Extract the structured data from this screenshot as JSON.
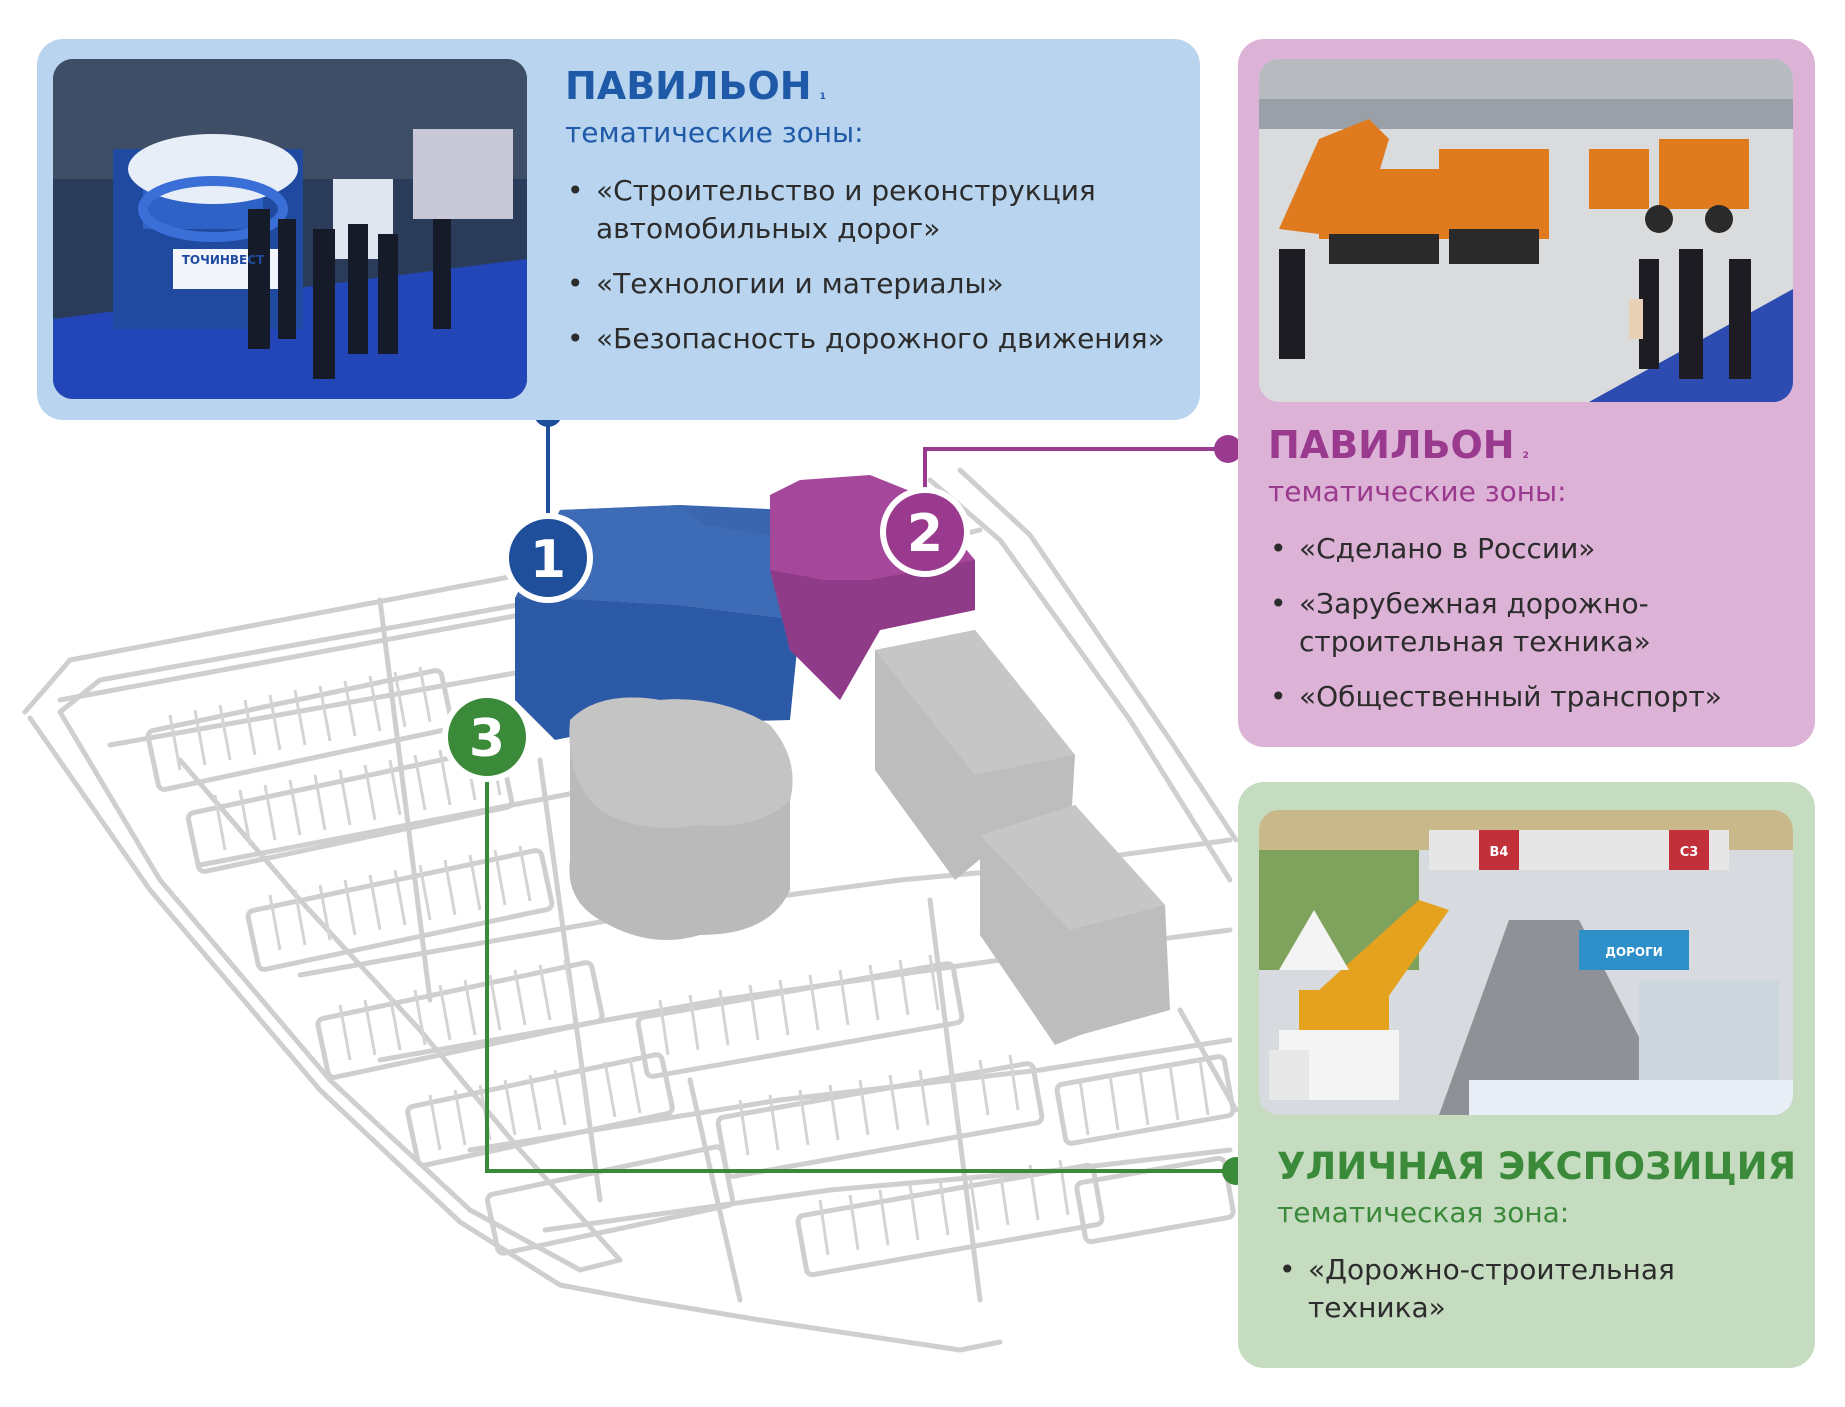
{
  "colors": {
    "pavilion1": "#2f5ba8",
    "pavilion2": "#a34a9a",
    "outdoor": "#3b8a3a",
    "panel1_bg": "#b9d4ee",
    "panel2_bg": "#ddb2d7",
    "panel3_bg": "#c6dcc0",
    "gray_building": "#b9b9b9"
  },
  "pavilion1": {
    "title": "ПАВИЛЬОН",
    "title_index": "1",
    "subtitle": "тематические зоны:",
    "zones": [
      "«Строительство и реконструкция автомобильных дорог»",
      "«Технологии и материалы»",
      "«Безопасность дорожного движения»"
    ],
    "photo_sign": "ТОЧИНВЕСТ",
    "marker": "1"
  },
  "pavilion2": {
    "title": "ПАВИЛЬОН",
    "title_index": "2",
    "subtitle": "тематические зоны:",
    "zones": [
      "«Сделано в России»",
      "«Зарубежная дорожно-строительная техника»",
      "«Общественный транспорт»"
    ],
    "marker": "2"
  },
  "outdoor": {
    "title": "УЛИЧНАЯ ЭКСПОЗИЦИЯ",
    "subtitle": "тематическая зона:",
    "zones": [
      "«Дорожно-строительная техника»"
    ],
    "photo_signs": [
      "В4",
      "С3",
      "ДОРОГИ"
    ],
    "marker": "3"
  }
}
